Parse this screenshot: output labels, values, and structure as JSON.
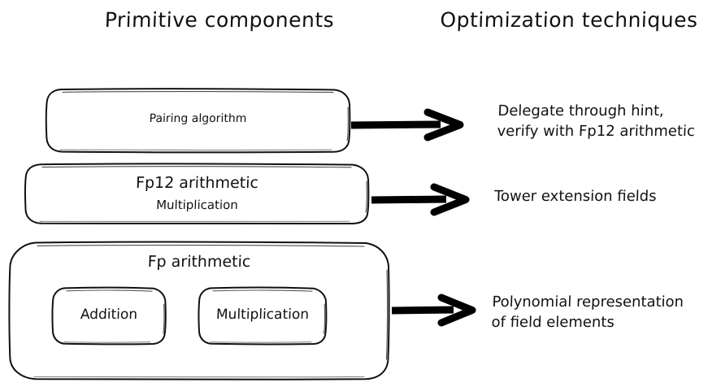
{
  "diagram": {
    "title_left": "Primitive components",
    "title_right": "Optimization techniques",
    "style": {
      "stroke_color": "#111111",
      "background_color": "#ffffff",
      "arrow_color": "#000000"
    },
    "rows": [
      {
        "id": "pairing",
        "box_label": "Pairing algorithm",
        "arrow": "arrow-right",
        "note_lines": [
          "Delegate through hint,",
          "verify with Fp12 arithmetic"
        ]
      },
      {
        "id": "fp12",
        "box_label": "Fp12 arithmetic",
        "box_sublabel": "Multiplication",
        "arrow": "arrow-right",
        "note_lines": [
          "Tower extension fields"
        ]
      },
      {
        "id": "fp",
        "box_label": "Fp arithmetic",
        "children": [
          {
            "id": "addition",
            "label": "Addition"
          },
          {
            "id": "multiplication",
            "label": "Multiplication"
          }
        ],
        "arrow": "arrow-right",
        "note_lines": [
          "Polynomial representation",
          "of field elements"
        ]
      }
    ]
  }
}
